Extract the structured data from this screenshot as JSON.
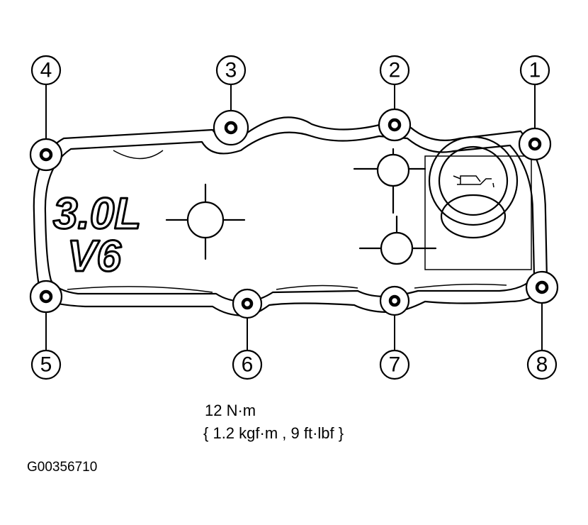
{
  "diagram": {
    "engine_marking": {
      "displacement": "3.0L",
      "configuration": "V6"
    },
    "icons": [
      "oil-can-icon"
    ],
    "callouts": [
      "1",
      "2",
      "3",
      "4",
      "5",
      "6",
      "7",
      "8"
    ]
  },
  "specification": {
    "torque": "12 N·m",
    "conversion": "{ 1.2 kgf·m , 9 ft·lbf }"
  },
  "figure_code": "G00356710"
}
